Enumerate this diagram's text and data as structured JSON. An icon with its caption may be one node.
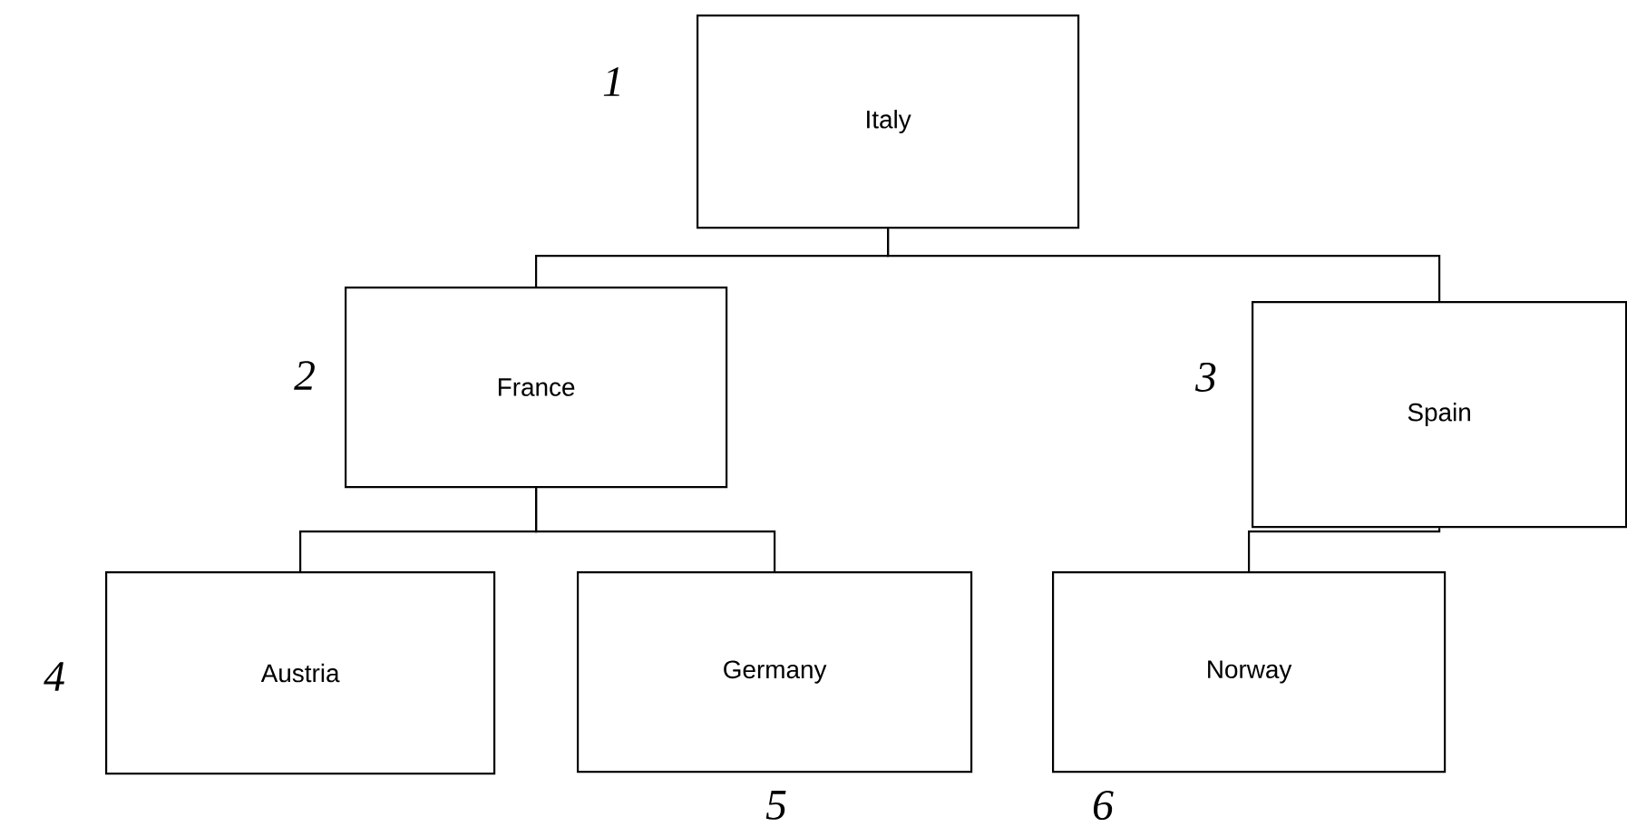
{
  "diagram": {
    "nodes": [
      {
        "text": [
          "Italy"
        ],
        "beside": [
          "1"
        ]
      },
      {
        "text": [
          "France"
        ],
        "beside": [
          "2"
        ]
      },
      {
        "text": [
          "Spain"
        ],
        "beside": [
          "3"
        ]
      },
      {
        "text": [
          "Austria"
        ],
        "beside": [
          "4"
        ]
      },
      {
        "text": [
          "Germany"
        ],
        "beside": [
          "5"
        ]
      },
      {
        "text": [
          "Norway"
        ],
        "beside": [
          "6"
        ]
      }
    ],
    "edges": [
      {
        "from": 0,
        "to": 1,
        "arrow": "none"
      },
      {
        "from": 0,
        "to": 2,
        "arrow": "none"
      },
      {
        "from": 1,
        "to": 3,
        "arrow": "none"
      },
      {
        "from": 1,
        "to": 4,
        "arrow": "none"
      },
      {
        "from": 2,
        "to": 5,
        "arrow": "none"
      }
    ]
  }
}
